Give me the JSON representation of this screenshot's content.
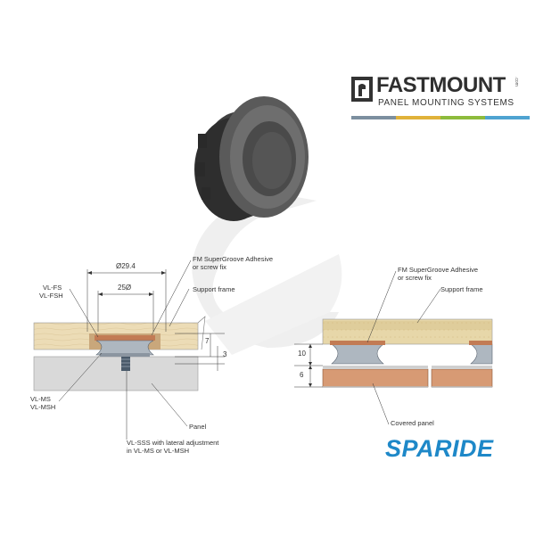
{
  "brand": {
    "title": "FASTMOUNT",
    "com": ".com",
    "subtitle": "PANEL MOUNTING SYSTEMS",
    "bar_colors": [
      "#7c8f9f",
      "#e0b23a",
      "#8dbb3c",
      "#4fa3d1"
    ]
  },
  "watermark": {
    "text": "SPARIDE",
    "color": "#1e88c8"
  },
  "left_diagram": {
    "dims": {
      "outer": "Ø29.4",
      "inner": "25Ø",
      "h7": "7",
      "h3": "3"
    },
    "labels": {
      "fs1": "VL-FS",
      "fs2": "VL-FSH",
      "adhesive1": "FM SuperGroove Adhesive",
      "adhesive2": "or screw fix",
      "support": "Support frame",
      "ms1": "VL-MS",
      "ms2": "VL-MSH",
      "panel": "Panel",
      "sss1": "VL-SSS with lateral adjustment",
      "sss2": "in VL-MS or VL-MSH"
    }
  },
  "right_diagram": {
    "dims": {
      "h10": "10",
      "h6": "6"
    },
    "labels": {
      "adhesive1": "FM SuperGroove Adhesive",
      "adhesive2": "or screw fix",
      "support": "Support frame",
      "covered": "Covered panel"
    }
  },
  "colors": {
    "wood": "#ecdcb6",
    "panel": "#d9d9d9",
    "cover": "#d79a74",
    "clip": "#aeb7c0",
    "screw": "#4a5a6a"
  }
}
